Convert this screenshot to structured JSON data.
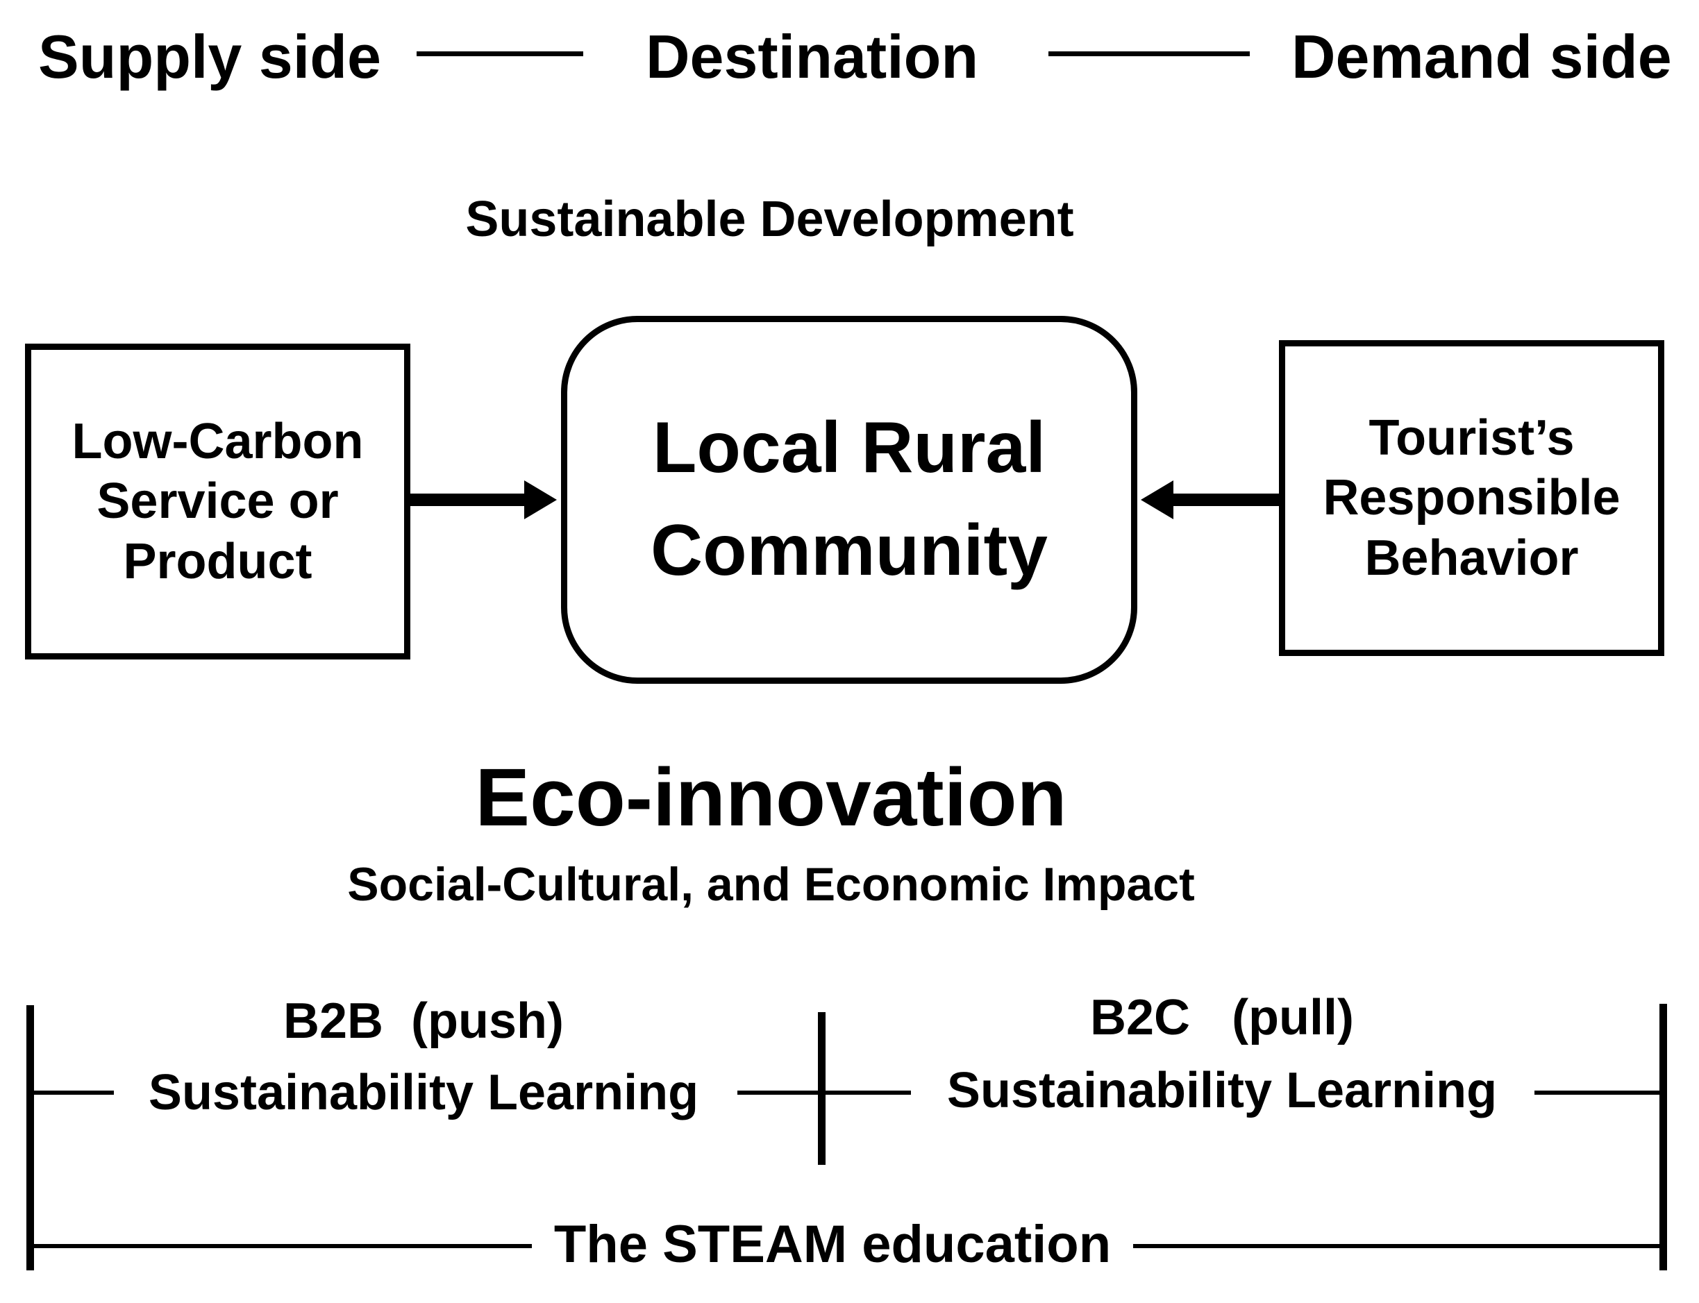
{
  "header": {
    "supply_side": "Supply side",
    "destination": "Destination",
    "demand_side": "Demand side"
  },
  "sustainable_development": "Sustainable Development",
  "boxes": {
    "left": [
      "Low-Carbon",
      "Service or",
      "Product"
    ],
    "center": [
      "Local Rural",
      "Community"
    ],
    "right": [
      "Tourist’s",
      "Responsible",
      "Behavior"
    ]
  },
  "eco_innovation": "Eco-innovation",
  "impact": "Social-Cultural, and Economic Impact",
  "learning": {
    "b2b_label": "B2B  (push)",
    "b2b_learning": "Sustainability Learning",
    "b2c_label": "B2C   (pull)",
    "b2c_learning": "Sustainability Learning"
  },
  "steam": "The STEAM education"
}
